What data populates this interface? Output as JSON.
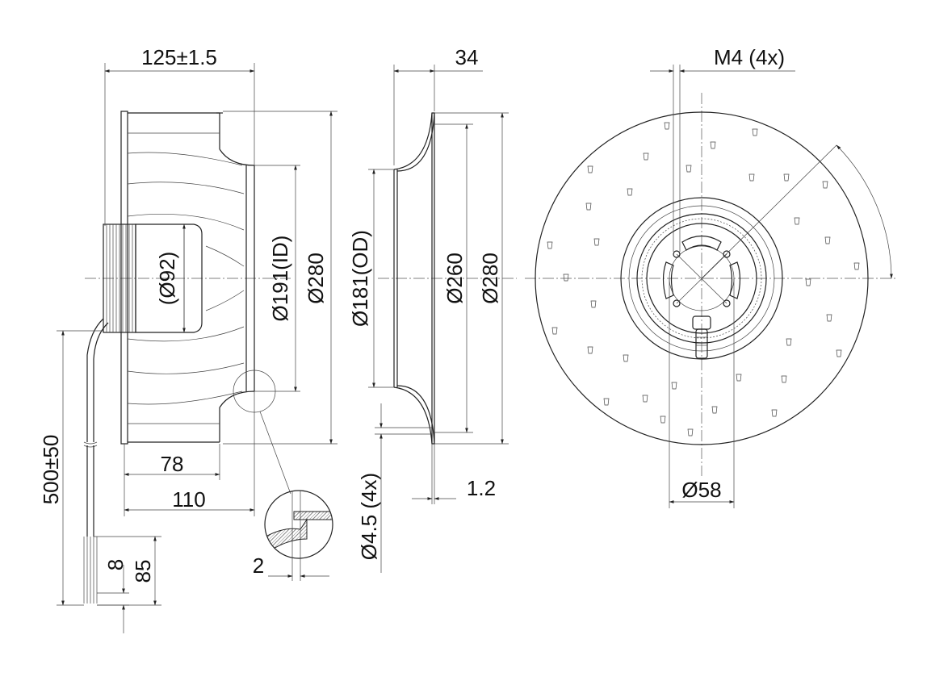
{
  "side_view": {
    "width_label": "125±1.5",
    "motor_dia_label": "(Ø92)",
    "inlet_id_label": "Ø191(ID)",
    "outer_dia_label": "Ø280",
    "depth_78_label": "78",
    "depth_110_label": "110",
    "cable_length_label": "500±50",
    "strip_8_label": "8",
    "strip_85_label": "85",
    "detail_2_label": "2"
  },
  "inlet_ring": {
    "height_label": "34",
    "od_label": "Ø181(OD)",
    "dia_260_label": "Ø260",
    "dia_280_label": "Ø280",
    "holes_label": "Ø4.5 (4x)",
    "thickness_label": "1.2"
  },
  "front_view": {
    "thread_label": "M4 (4x)",
    "hub_dia_label": "Ø58"
  },
  "icons": {
    "rotation": "rotation-arrow-icon",
    "detail": "detail-magnifier-icon"
  }
}
